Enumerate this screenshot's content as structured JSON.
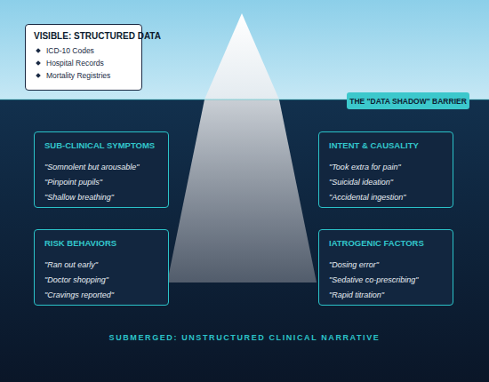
{
  "diagram": {
    "nodes": [
      {
        "text": [
          "VISIBLE: STRUCTURED DATA",
          "ICD-10 Codes",
          "Hospital Records",
          "Mortality Registries"
        ]
      },
      {
        "text": [
          "THE \"DATA SHADOW\" BARRIER"
        ]
      },
      {
        "text": [
          "SUB-CLINICAL SYMPTOMS",
          "\"Somnolent but arousable\"",
          "\"Pinpoint pupils\"",
          "\"Shallow breathing\""
        ]
      },
      {
        "text": [
          "INTENT & CAUSALITY",
          "\"Took extra for pain\"",
          "\"Suicidal ideation\"",
          "\"Accidental ingestion\""
        ]
      },
      {
        "text": [
          "RISK BEHAVIORS",
          "\"Ran out early\"",
          "\"Doctor shopping\"",
          "\"Cravings reported\""
        ]
      },
      {
        "text": [
          "IATROGENIC FACTORS",
          "\"Dosing error\"",
          "\"Sedative co-prescribing\"",
          "\"Rapid titration\""
        ]
      }
    ],
    "labels": [
      "SUBMERGED: UNSTRUCTURED CLINICAL NARRATIVE"
    ]
  }
}
